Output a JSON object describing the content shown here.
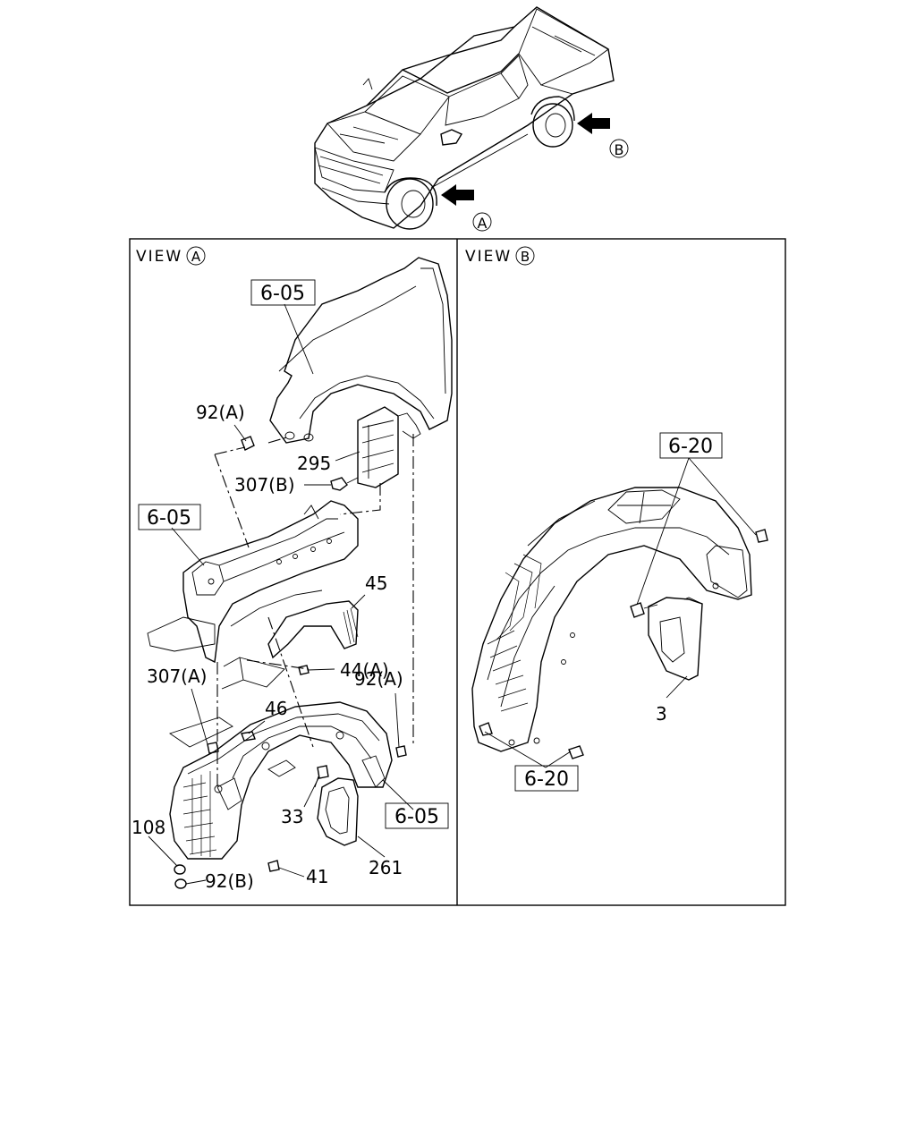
{
  "view_labels": {
    "a_prefix": "VIEW",
    "a_letter": "A",
    "b_prefix": "VIEW",
    "b_letter": "B"
  },
  "arrow_markers": {
    "a": "A",
    "b": "B"
  },
  "view_a_parts": {
    "fender_ref": "6-05",
    "apron_ref": "6-05",
    "liner_ref": "6-05",
    "p92a_top": "92(A)",
    "p295": "295",
    "p307b": "307(B)",
    "p45": "45",
    "p44a": "44(A)",
    "p307a": "307(A)",
    "p46": "46",
    "p92a_low": "92(A)",
    "p33": "33",
    "p108": "108",
    "p92b": "92(B)",
    "p41": "41",
    "p261": "261"
  },
  "view_b_parts": {
    "ref_top": "6-20",
    "ref_bottom": "6-20",
    "p3": "3"
  }
}
